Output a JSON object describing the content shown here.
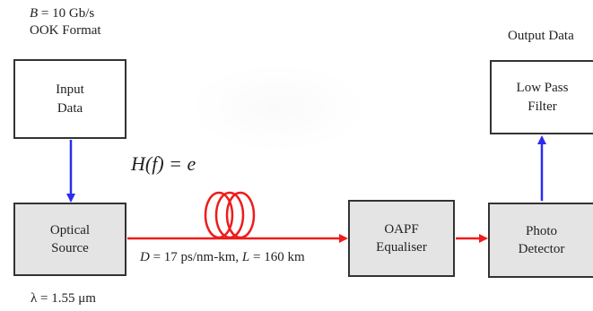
{
  "labels": {
    "bitrate_prefix": "B",
    "bitrate_suffix": " = 10 Gb/s",
    "format": "OOK Format",
    "output_data": "Output Data",
    "transfer_prefix": "H(f) = ",
    "transfer_e": "e",
    "fiber_d_prefix": "D",
    "fiber_d_value": " = 17 ps/nm-km, ",
    "fiber_l_prefix": "L",
    "fiber_l_value": " = 160 km",
    "wavelength": "λ = 1.55 μm"
  },
  "blocks": {
    "input_data": [
      "Input",
      "Data"
    ],
    "optical_source": [
      "Optical",
      "Source"
    ],
    "oapf_equaliser": [
      "OAPF",
      "Equaliser"
    ],
    "photo_detector": [
      "Photo",
      "Detector"
    ],
    "low_pass_filter": [
      "Low Pass",
      "Filter"
    ]
  },
  "colors": {
    "electrical_link": "#2b2bf0",
    "optical_link": "#ee1c1c",
    "fiber_coil": "#ee1c1c",
    "block_border": "#333333",
    "source_block_fill": "#e4e4e4"
  }
}
